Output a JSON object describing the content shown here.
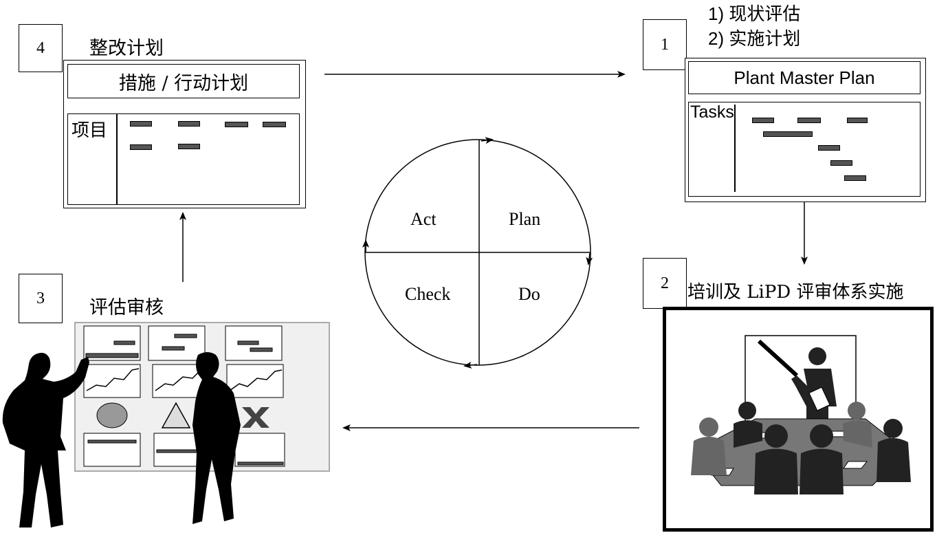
{
  "box4": {
    "num": "4",
    "title": "整改计划",
    "header": "措施 / 行动计划",
    "row_label": "项目"
  },
  "box1": {
    "num": "1",
    "step_a": "1) 现状评估",
    "step_b": "2) 实施计划",
    "header": "Plant Master Plan",
    "row_label": "Tasks"
  },
  "box2": {
    "num": "2",
    "title": "培训及 LiPD 评审体系实施"
  },
  "box3": {
    "num": "3",
    "title": "评估审核"
  },
  "pdca": {
    "act": "Act",
    "plan": "Plan",
    "check": "Check",
    "do": "Do"
  }
}
